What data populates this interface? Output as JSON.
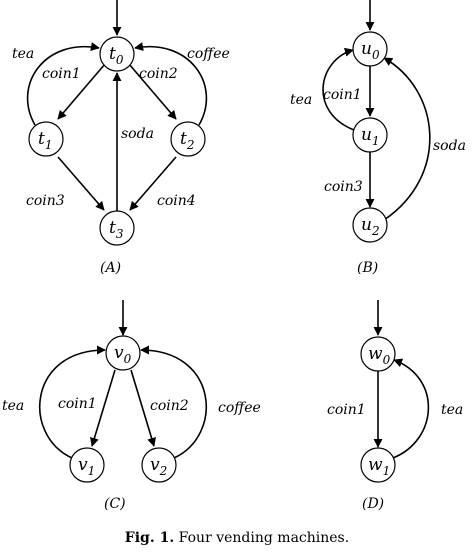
{
  "caption": {
    "label": "Fig. 1.",
    "text": "Four vending machines."
  },
  "panels": {
    "A": {
      "label": "(A)",
      "nodes": {
        "t0": {
          "base": "t",
          "sub": "0"
        },
        "t1": {
          "base": "t",
          "sub": "1"
        },
        "t2": {
          "base": "t",
          "sub": "2"
        },
        "t3": {
          "base": "t",
          "sub": "3"
        }
      },
      "edges": {
        "tea": "tea",
        "coffee": "coffee",
        "coin1": "coin1",
        "coin2": "coin2",
        "soda": "soda",
        "coin3": "coin3",
        "coin4": "coin4"
      }
    },
    "B": {
      "label": "(B)",
      "nodes": {
        "u0": {
          "base": "u",
          "sub": "0"
        },
        "u1": {
          "base": "u",
          "sub": "1"
        },
        "u2": {
          "base": "u",
          "sub": "2"
        }
      },
      "edges": {
        "tea": "tea",
        "coin1": "coin1",
        "coin3": "coin3",
        "soda": "soda"
      }
    },
    "C": {
      "label": "(C)",
      "nodes": {
        "v0": {
          "base": "v",
          "sub": "0"
        },
        "v1": {
          "base": "v",
          "sub": "1"
        },
        "v2": {
          "base": "v",
          "sub": "2"
        }
      },
      "edges": {
        "tea": "tea",
        "coffee": "coffee",
        "coin1": "coin1",
        "coin2": "coin2"
      }
    },
    "D": {
      "label": "(D)",
      "nodes": {
        "w0": {
          "base": "w",
          "sub": "0"
        },
        "w1": {
          "base": "w",
          "sub": "1"
        }
      },
      "edges": {
        "coin1": "coin1",
        "tea": "tea"
      }
    }
  }
}
